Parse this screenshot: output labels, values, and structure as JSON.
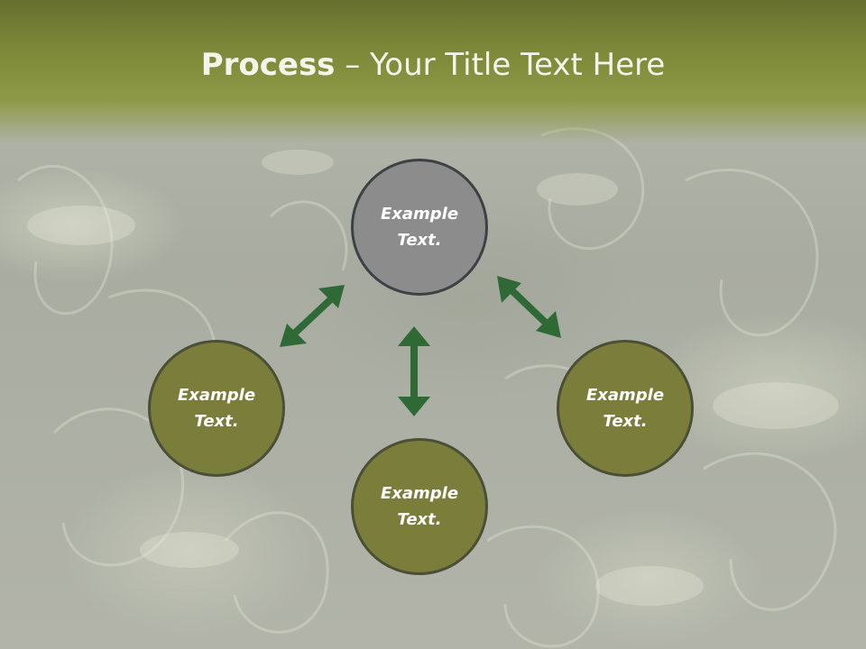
{
  "slide": {
    "title_bold": "Process",
    "title_rest": " – Your Title Text Here"
  },
  "nodes": {
    "top": {
      "line1": "Example",
      "line2": "Text."
    },
    "left": {
      "line1": "Example",
      "line2": "Text."
    },
    "right": {
      "line1": "Example",
      "line2": "Text."
    },
    "bottom": {
      "line1": "Example",
      "line2": "Text."
    }
  },
  "colors": {
    "title_band": "#7d8838",
    "arrow": "#2f6a36",
    "node_gray": "#8c8c8c",
    "node_olive": "#7b7d3b",
    "background": "#b1b3a8"
  }
}
